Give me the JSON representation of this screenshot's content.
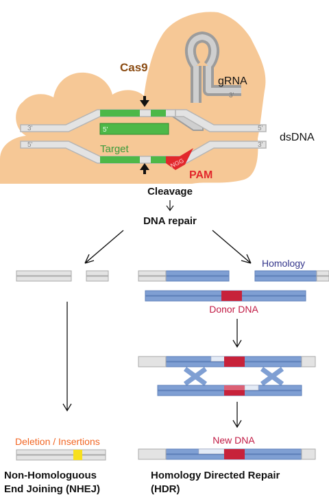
{
  "labels": {
    "cas9": "Cas9",
    "grna": "gRNA",
    "dsdna": "dsDNA",
    "target": "Target",
    "pam": "PAM",
    "ngg": "NGG",
    "cleavage": "Cleavage",
    "dna_repair": "DNA repair",
    "homology": "Homology",
    "donor_dna": "Donor DNA",
    "new_dna": "New DNA",
    "deletion_insertions": "Deletion / Insertions",
    "nhej_line1": "Non-Homologuous",
    "nhej_line2": "End Joining (NHEJ)",
    "hdr_line1": "Homology Directed Repair",
    "hdr_line2": "(HDR)",
    "prime3": "3'",
    "prime5": "5'"
  },
  "colors": {
    "cas9_body": "#f6c896",
    "dna_gray": "#e3e3e3",
    "grna_gray": "#9c9c9c",
    "target_green": "#4db848",
    "pam_red": "#e2272b",
    "homology_blue": "#7f9fd3",
    "donor_red": "#c7223a",
    "homology_text": "#33358b",
    "donor_text": "#c11a44",
    "target_text": "#3b9b3b",
    "cas9_text": "#8a4b12",
    "nhej_text": "#f26522",
    "nhej_yellow": "#f7e01f"
  }
}
